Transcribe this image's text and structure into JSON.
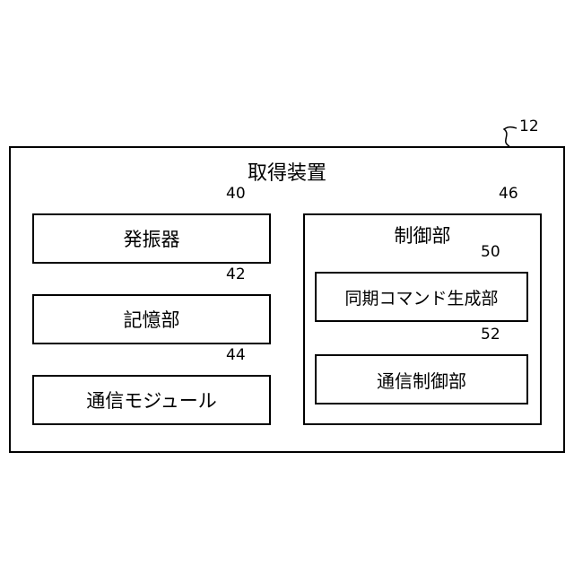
{
  "device": {
    "ref": "12",
    "title": "取得装置"
  },
  "left_blocks": [
    {
      "ref": "40",
      "label": "発振器"
    },
    {
      "ref": "42",
      "label": "記憶部"
    },
    {
      "ref": "44",
      "label": "通信モジュール"
    }
  ],
  "control_unit": {
    "ref": "46",
    "title": "制御部",
    "sub_blocks": [
      {
        "ref": "50",
        "label": "同期コマンド生成部"
      },
      {
        "ref": "52",
        "label": "通信制御部"
      }
    ]
  },
  "colors": {
    "line": "#000000",
    "background": "#ffffff"
  }
}
